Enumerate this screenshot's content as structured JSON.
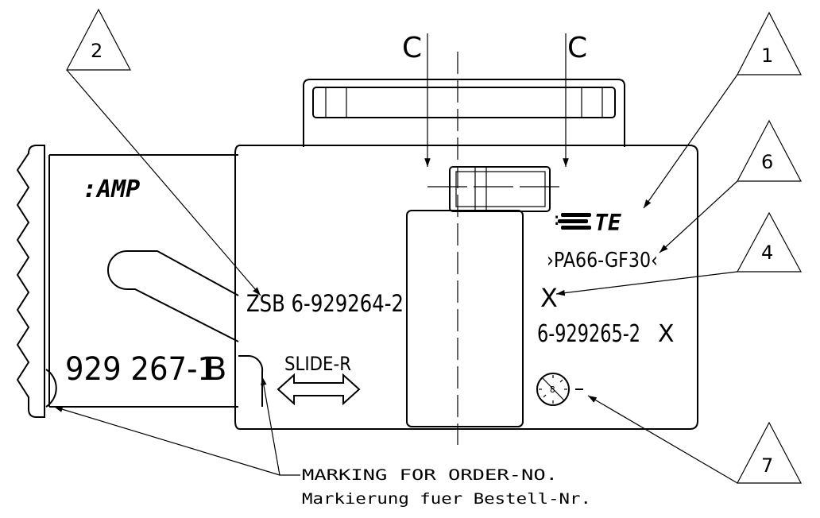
{
  "callouts": {
    "c1": "1",
    "c2": "2",
    "c4": "4",
    "c6": "6",
    "c7": "7"
  },
  "section_labels": {
    "left": "C",
    "right": "C"
  },
  "part": {
    "amp_logo": ":AMP",
    "te_logo_prefix": ":",
    "te_logo": "TE",
    "material": "›PA66-GF30‹",
    "mark_x": "X",
    "assembly_no": "ZSB 6-929264-2",
    "part_no": "6-929265-2",
    "part_rev": "X",
    "order_no": "929 267-1",
    "order_rev": "B",
    "slide_label": "SLIDE-R",
    "date_dial_digit": "8"
  },
  "notes": {
    "line1": "MARKING FOR ORDER-NO.",
    "line2": "Markierung fuer Bestell-Nr."
  }
}
